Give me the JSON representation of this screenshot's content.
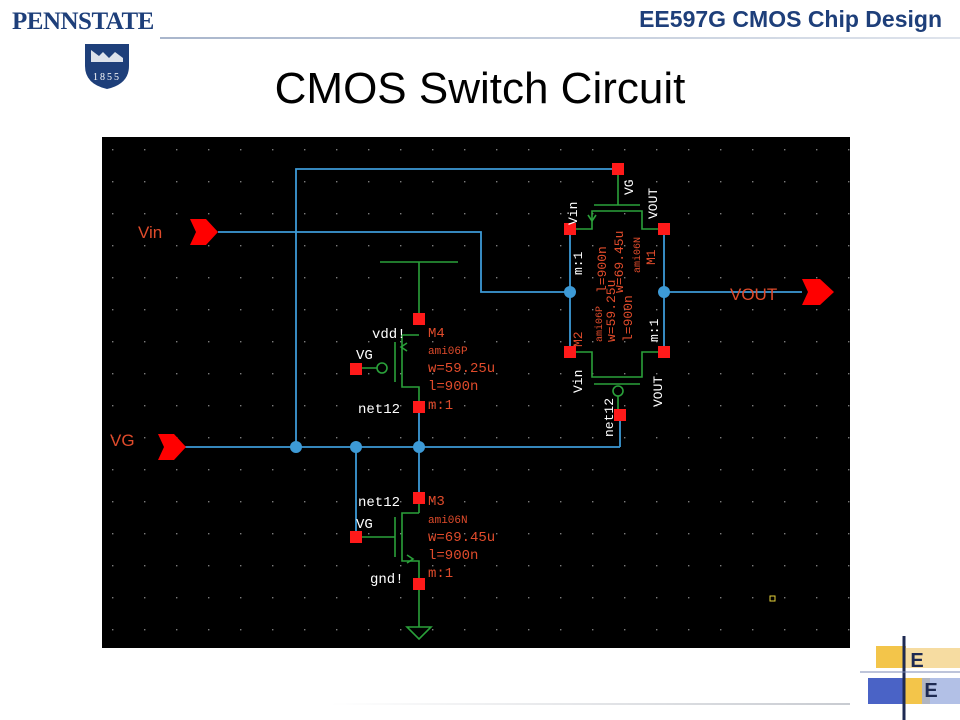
{
  "header": {
    "logo_text": "PENNSTATE",
    "logo_year": "1855",
    "course": "EE597G CMOS Chip Design"
  },
  "slide": {
    "title": "CMOS Switch Circuit"
  },
  "schematic": {
    "pins": {
      "vin": "Vin",
      "vg": "VG",
      "vout": "VOUT"
    },
    "m4": {
      "name": "M4",
      "model": "ami06P",
      "w": "w=59.25u",
      "l": "l=900n",
      "m": "m:1",
      "supply": "vdd!",
      "gate": "VG",
      "drain": "net12"
    },
    "m3": {
      "name": "M3",
      "model": "ami06N",
      "w": "w=69.45u",
      "l": "l=900n",
      "m": "m:1",
      "supply": "gnd!",
      "gate": "VG",
      "drain": "net12"
    },
    "m1": {
      "name": "M1",
      "model": "ami06N",
      "w": "w=69.45u",
      "l": "l=900n",
      "m": "m:1",
      "gate": "VG",
      "source": "Vin",
      "drain": "VOUT"
    },
    "m2": {
      "name": "M2",
      "model": "ami06P",
      "w": "w=59.25u",
      "l": "l=900n",
      "m": "m:1",
      "gate": "net12",
      "source": "Vin",
      "drain": "VOUT"
    }
  },
  "footer": {
    "badge_top": "E",
    "badge_bottom": "E"
  },
  "colors": {
    "wire": "#3d9ad6",
    "instance": "#e04b2b",
    "device": "#2aa13a",
    "pin": "#ff0000",
    "label": "#ffffff",
    "brand": "#1e3f7a"
  }
}
